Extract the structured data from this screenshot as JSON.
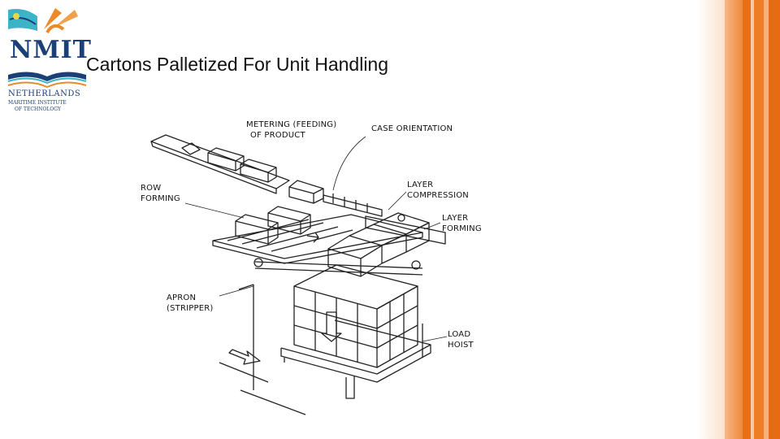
{
  "slide": {
    "title": "Cartons Palletized For Unit Handling"
  },
  "logo": {
    "name": "NMIT",
    "line1": "NETHERLANDS",
    "line2": "MARITIME INSTITUTE",
    "line3": "OF TECHNOLOGY"
  },
  "diagram": {
    "labels": {
      "metering": [
        "METERING (FEEDING)",
        "OF PRODUCT"
      ],
      "case_orientation": "CASE ORIENTATION",
      "row_forming": [
        "ROW",
        "FORMING"
      ],
      "layer_compression": [
        "LAYER",
        "COMPRESSION"
      ],
      "layer_forming": [
        "LAYER",
        "FORMING"
      ],
      "apron": [
        "APRON",
        "(STRIPPER)"
      ],
      "load_hoist": [
        "LOAD",
        "HOIST"
      ]
    }
  },
  "colors": {
    "accent_orange": "#e8731a",
    "logo_blue": "#1b3f77",
    "logo_teal": "#3cb4c8",
    "logo_orange": "#ec8a2a"
  }
}
